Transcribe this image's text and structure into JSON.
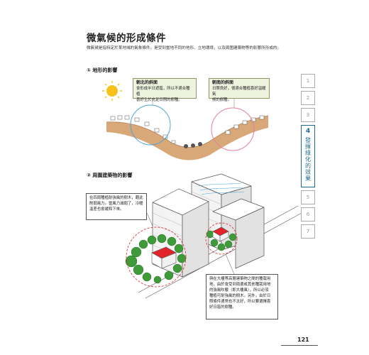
{
  "title": "微氣候的形成條件",
  "intro": "微氣候是指特定於某地域的氣象條件。是受到當地不同的地形、立地環境，以及周圍建築物等的影響所形成的。",
  "section1": {
    "heading": "① 地形的影響",
    "north": {
      "title": "朝北的斜面",
      "text": [
        "會形成半日遮蔭，所以不適合種植",
        "喜好生於充足日照的樹種。"
      ]
    },
    "south": {
      "title": "朝南的斜面",
      "text": [
        "日照良好，很適合種植喜好溫暖氣",
        "候的樹種。"
      ]
    }
  },
  "section2": {
    "heading": "② 周圍建築物的影響",
    "left_note": [
      "在四周種植耐強風的樹木，藉此",
      "削弱風力。當風力減弱了，冷暖",
      "溫差也會緩和下來。"
    ],
    "right_note": [
      "與在大樓等高層建築物之間的種栽用",
      "地，由於會受到周邊或其他種栽用地",
      "的強風吹襲（即大樓風），所以必須",
      "種植可耐強風的樹木。另外，由於日",
      "照條件通常也不太好，所以要選擇喜",
      "好日蔭的樹種。"
    ]
  },
  "tabs": {
    "items": [
      "1",
      "2",
      "3",
      "5",
      "6",
      "7"
    ],
    "active_num": "4",
    "active_label": "發揮綠化的效果"
  },
  "page_number": "121",
  "colors": {
    "accent": "#1b6b8f",
    "callout_bg": "#eef3df",
    "north_circle": "#4da3d6",
    "south_circle": "#e0809a",
    "roof_red": "#e0242a",
    "tree_green": "#3f9a3a",
    "ground": "#d9a878",
    "sun": "#f6c21a"
  }
}
